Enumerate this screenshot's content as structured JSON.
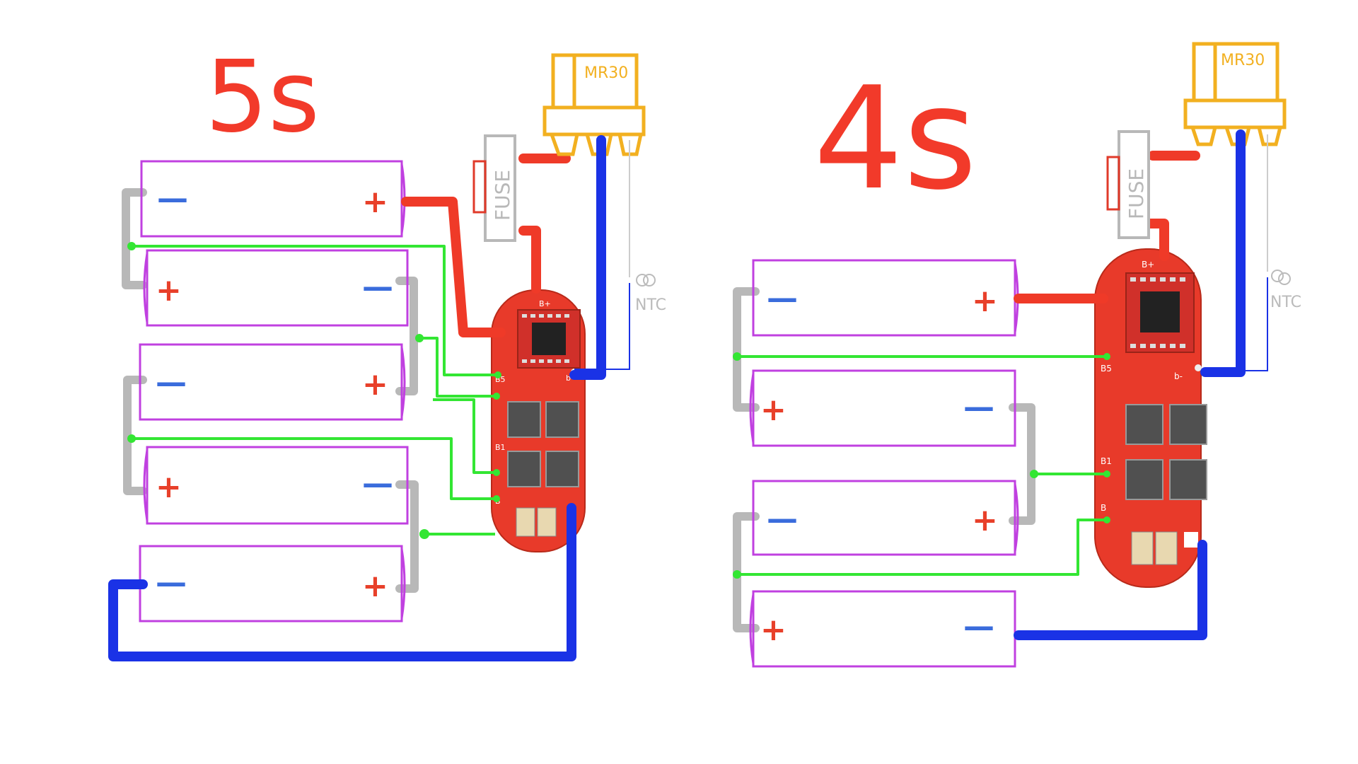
{
  "left": {
    "title": "5s",
    "connector": "MR30",
    "fuse": "FUSE",
    "ntc": "NTC",
    "minus": "—",
    "plus": "+"
  },
  "right": {
    "title": "4s",
    "connector": "MR30",
    "fuse": "FUSE",
    "ntc": "NTC",
    "minus": "—",
    "plus": "+"
  },
  "bms_labels": {
    "bplus": "B+",
    "bminus": "b-",
    "b5": "B5",
    "b1": "B1",
    "b": "B"
  },
  "colors": {
    "title": "#f23a2a",
    "cell_outline": "#c040e0",
    "wire_red": "#ef3a28",
    "wire_blue": "#1a32e6",
    "wire_green": "#33e633",
    "series_link": "#b8b8b8",
    "connector": "#f2b020",
    "fuse": "#b8b8b8",
    "bms_board": "#e83a2a",
    "minus_sign": "#3a6cdc",
    "plus_sign": "#e8402a"
  }
}
